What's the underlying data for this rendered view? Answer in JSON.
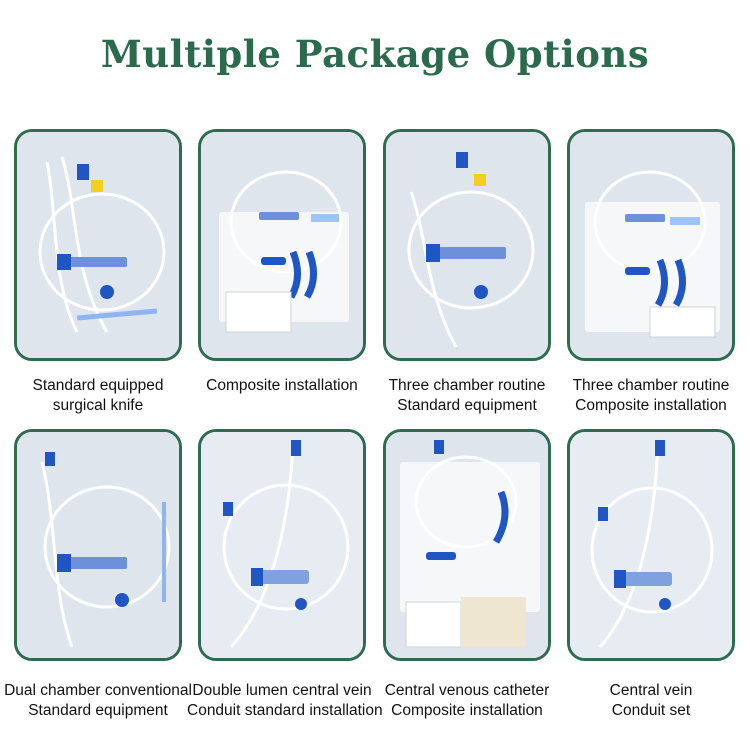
{
  "title": "Multiple Package Options",
  "colors": {
    "title": "#2b6a4c",
    "card_border": "#2f6b4f",
    "card_bg": "#dfe5ec",
    "accent_blue": "#1f56c4",
    "accent_yellow": "#f5cf1f"
  },
  "packages": [
    {
      "line1": "Standard equipped",
      "line2": "surgical knife"
    },
    {
      "line1": "Composite installation",
      "line2": ""
    },
    {
      "line1": "Three chamber routine",
      "line2": "Standard equipment"
    },
    {
      "line1": "Three chamber routine",
      "line2": "Composite installation"
    },
    {
      "line1": "Dual chamber conventional",
      "line2": "Standard equipment"
    },
    {
      "line1": "Double lumen central vein",
      "line2": "Conduit standard installation"
    },
    {
      "line1": "Central venous catheter",
      "line2": "Composite installation"
    },
    {
      "line1": "Central vein",
      "line2": "Conduit set"
    }
  ]
}
